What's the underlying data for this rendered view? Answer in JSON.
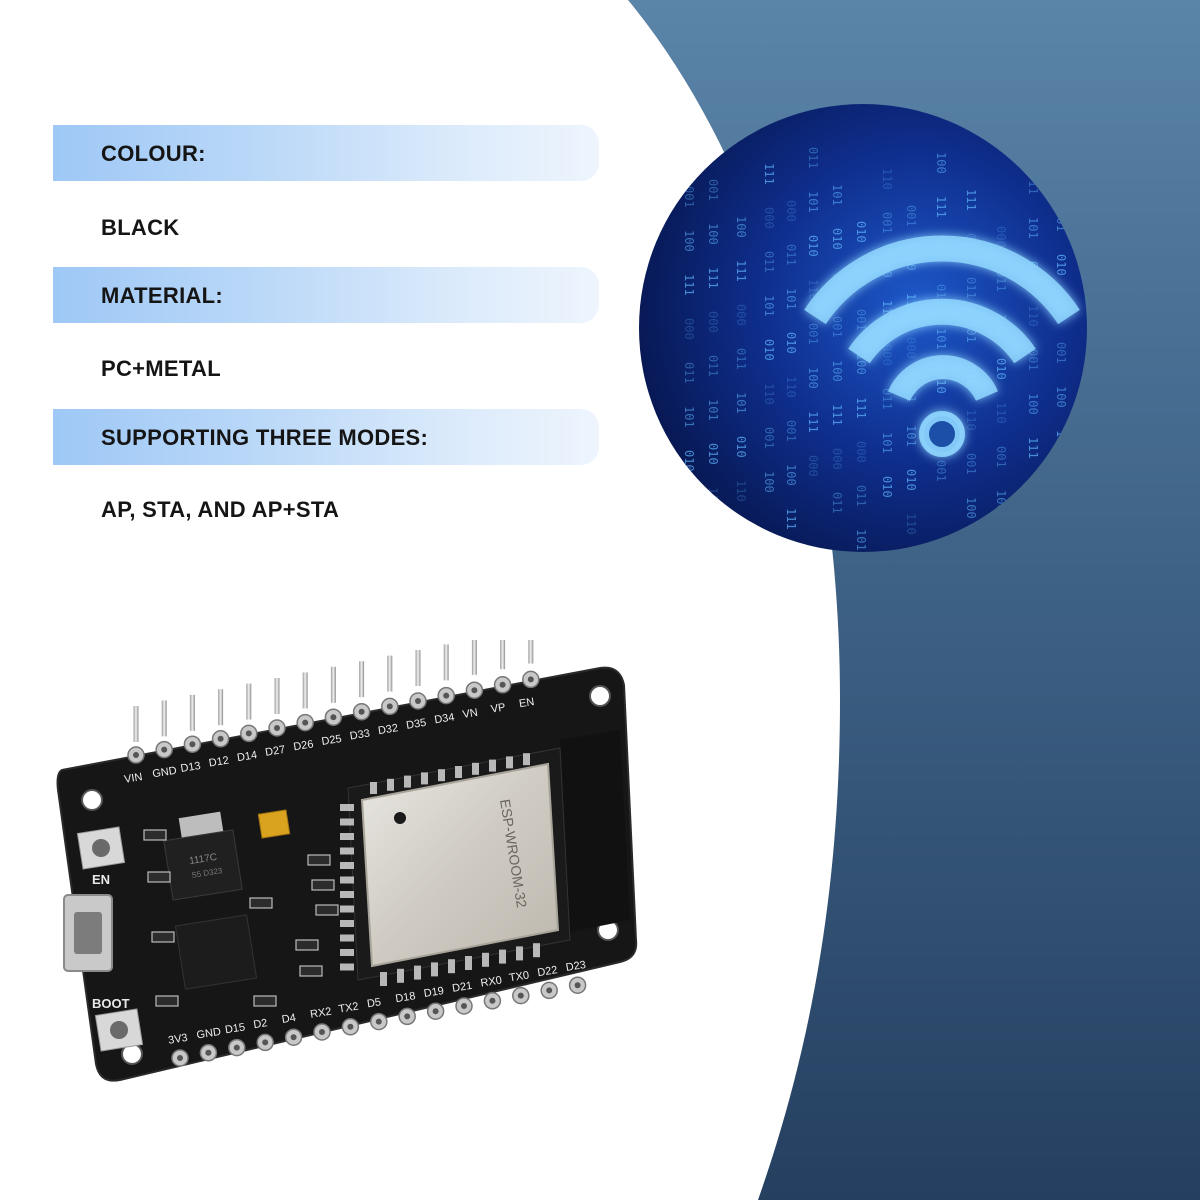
{
  "specs": [
    {
      "label": "COLOUR:",
      "value": "BLACK"
    },
    {
      "label": "MATERIAL:",
      "value": "PC+METAL"
    },
    {
      "label": "SUPPORTING THREE MODES:",
      "value": "AP, STA, AND AP+STA"
    }
  ],
  "board": {
    "top_pins": [
      "VIN",
      "GND",
      "D13",
      "D12",
      "D14",
      "D27",
      "D26",
      "D25",
      "D33",
      "D32",
      "D35",
      "D34",
      "VN",
      "VP",
      "EN"
    ],
    "bottom_pins": [
      "3V3",
      "GND",
      "D15",
      "D2",
      "D4",
      "RX2",
      "TX2",
      "D5",
      "D18",
      "D19",
      "D21",
      "RX0",
      "TX0",
      "D22",
      "D23"
    ],
    "button_en": "EN",
    "button_boot": "BOOT",
    "module_name": "ESP-WROOM-32",
    "regulator_text": "1117C",
    "regulator_sub": "S5 D323"
  },
  "colors": {
    "panel_dark": "#294a6b",
    "panel_light": "#5d86aa",
    "bar_start": "#9ec8f6",
    "text": "#151515",
    "wifi_glow": "#7fd0ff"
  },
  "icons": {
    "wifi": "wifi-icon"
  }
}
